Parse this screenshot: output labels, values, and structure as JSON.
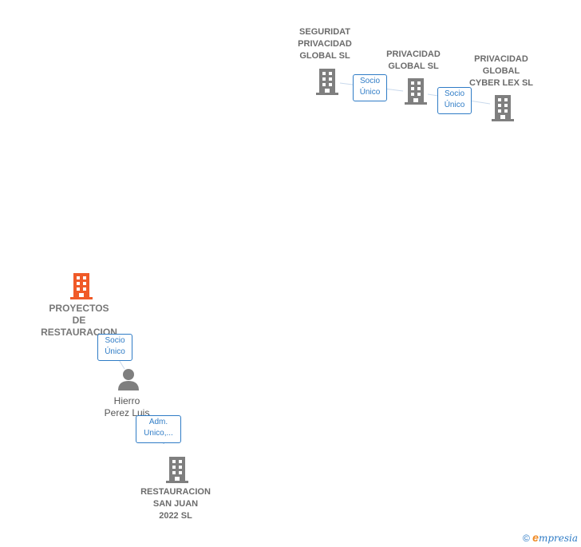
{
  "colors": {
    "building": "#7f7f7f",
    "focus_building": "#f05a28",
    "link": "#2f7cc6",
    "text": "#6b6b6b"
  },
  "nodes": {
    "seguridat": {
      "lines": [
        "SEGURIDAT",
        "PRIVACIDAD",
        "GLOBAL  SL"
      ],
      "icon": "building-icon"
    },
    "privacidad_global": {
      "lines": [
        "PRIVACIDAD",
        "GLOBAL  SL"
      ],
      "icon": "building-icon"
    },
    "privacidad_cyber": {
      "lines": [
        "PRIVACIDAD",
        "GLOBAL",
        "CYBER LEX  SL"
      ],
      "icon": "building-icon"
    },
    "proyectos": {
      "lines": [
        "PROYECTOS",
        "DE",
        "RESTAURACION"
      ],
      "icon": "building-icon"
    },
    "hierro": {
      "lines": [
        "Hierro",
        "Perez Luis"
      ],
      "icon": "person-icon"
    },
    "san_juan": {
      "lines": [
        "RESTAURACION",
        "SAN JUAN",
        "2022  SL"
      ],
      "icon": "building-icon"
    }
  },
  "badges": {
    "socio1": [
      "Socio",
      "Único"
    ],
    "socio2": [
      "Socio",
      "Único"
    ],
    "socio3": [
      "Socio",
      "Único"
    ],
    "adm": [
      "Adm.",
      "Unico,..."
    ]
  },
  "footer": {
    "copyright": "©",
    "brand_e": "e",
    "brand_rest": "mpresia"
  }
}
